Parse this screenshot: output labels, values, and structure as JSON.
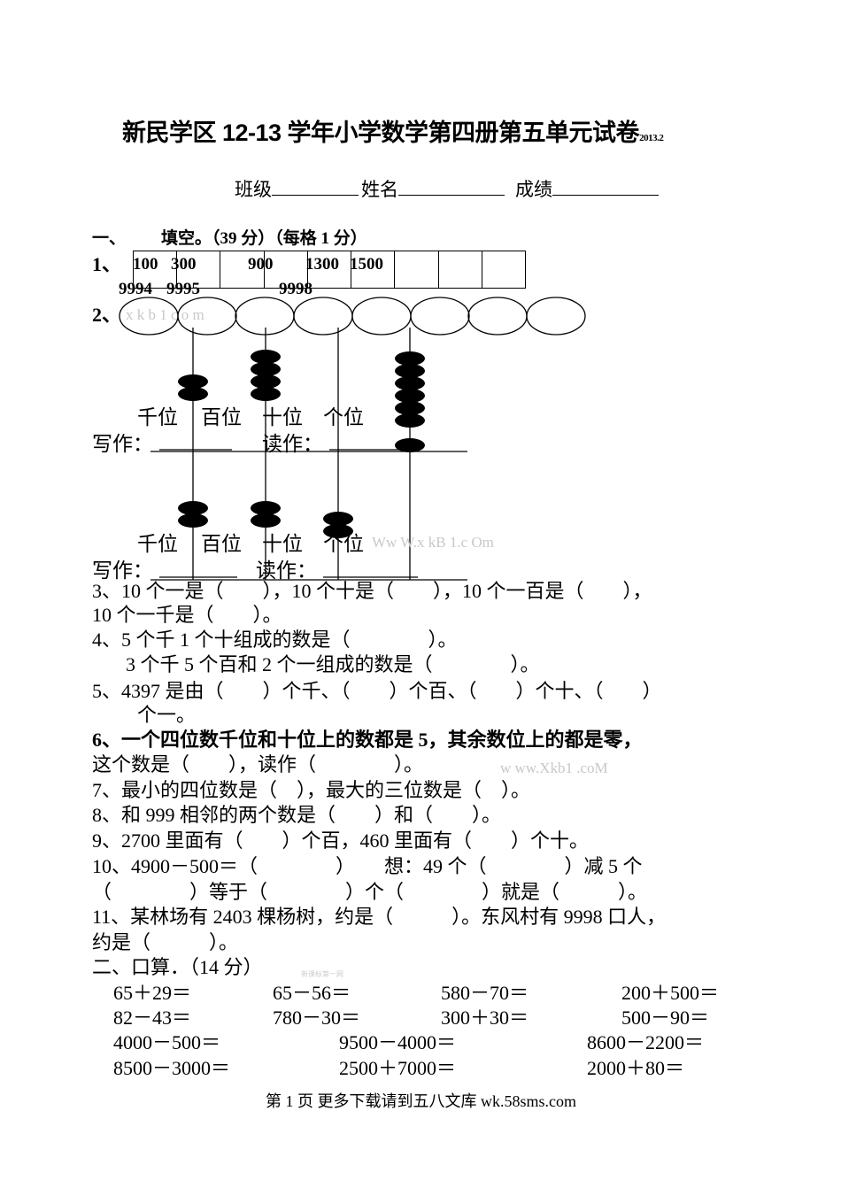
{
  "title": {
    "main": "新民学区 12-13 学年小学数学第四册第五单元试卷",
    "date": "2013.2"
  },
  "info": {
    "class_label": "班级",
    "name_label": "姓名",
    "score_label": "成绩"
  },
  "section1": {
    "heading_num": "一、",
    "heading": "填空。（39 分）（每格 1 分）",
    "q1": {
      "num": "1、",
      "row1": [
        "100",
        "300",
        "900",
        "1300",
        "1500"
      ],
      "row2": [
        "9994",
        "9995",
        "9998"
      ],
      "cells": 9
    },
    "q2": {
      "num": "2、",
      "ovals": 8,
      "place_labels": [
        "千位",
        "百位",
        "十位",
        "个位"
      ],
      "write_label": "写作：",
      "read_label": "读作：",
      "abacus": [
        {
          "beads": [
            2,
            4,
            0,
            6
          ]
        },
        {
          "beads": [
            2,
            2,
            2,
            0
          ]
        }
      ]
    },
    "q3": [
      "3、10 个一是（　　），10 个十是（　　），10 个一百是（　　），",
      "10 个一千是（　　）。"
    ],
    "q4": [
      "4、5 个千 1 个十组成的数是（　　　　）。",
      "3 个千 5 个百和 2 个一组成的数是（　　　　）。"
    ],
    "q5": [
      "5、4397 是由（　　）个千、（　　）个百、（　　）个十、（　　）",
      "个一。"
    ],
    "q6": [
      "6、一个四位数千位和十位上的数都是 5，其余数位上的都是零，",
      "这个数是（　　），读作（　　　　）。"
    ],
    "q7": "7、最小的四位数是（　），最大的三位数是（　）。",
    "q8": "8、和 999 相邻的两个数是（　　）和（　　）。",
    "q9": "9、2700 里面有（　　）个百，460 里面有（　　）个十。",
    "q10": [
      "10、4900－500＝（　　　　）　　想：49 个（　　　　）减 5 个",
      "（　　　　）等于（　　　　）个（　　　　）就是（　　　）。"
    ],
    "q11": [
      "11、某林场有 2403 棵杨树，约是（　　　）。东风村有 9998 口人，",
      "约是（　　　）。"
    ]
  },
  "section2": {
    "heading": "二、口算．（14 分）",
    "row1": [
      "65＋29＝",
      "65－56＝",
      "580－70＝",
      "200＋500＝"
    ],
    "row2": [
      "82－43＝",
      "780－30＝",
      "300＋30＝",
      "500－90＝"
    ],
    "row3": [
      "4000－500＝",
      "9500－4000＝",
      "8600－2200＝"
    ],
    "row4": [
      "8500－3000＝",
      "2500＋7000＝",
      "2000＋80＝"
    ]
  },
  "watermarks": [
    "x k b 1 c o m",
    "Ww W.x kB 1.c Om",
    "w ww.Xkb1 .coM",
    "新课标第一网"
  ],
  "footer": "第 1 页 更多下载请到五八文库 wk.58sms.com"
}
